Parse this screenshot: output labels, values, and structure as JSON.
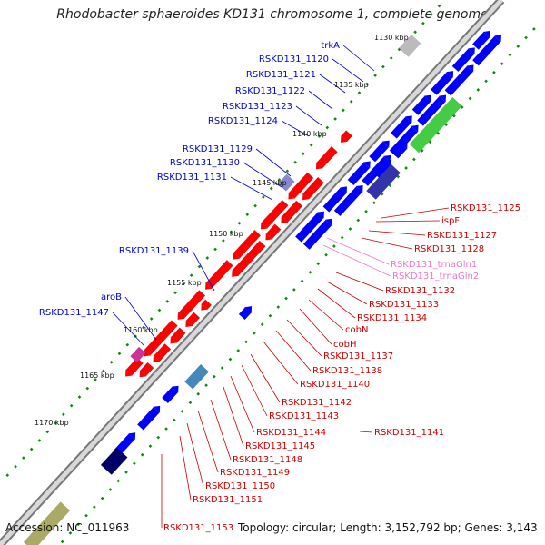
{
  "title": "Rhodobacter sphaeroides KD131 chromosome 1, complete genome",
  "footer": {
    "accession": "Accession: NC_011963",
    "topology": "Topology: circular; Length: 3,152,792 bp; Genes: 3,143"
  },
  "colors": {
    "forward_label": "#0000cc",
    "reverse_label": "#cc0000",
    "trna_label": "#ee77cc",
    "backbone": "#9a9a9a",
    "tick": "#118811",
    "cds_forward": "#0000ff",
    "cds_reverse": "#ff0000"
  },
  "scale_labels": [
    "1130 kbp",
    "1135 kbp",
    "1140 kbp",
    "1145 kbp",
    "1150 kbp",
    "1155 kbp",
    "1160 kbp",
    "1165 kbp",
    "1170 kbp"
  ],
  "forward_labels": [
    "trkA",
    "RSKD131_1120",
    "RSKD131_1121",
    "RSKD131_1122",
    "RSKD131_1123",
    "RSKD131_1124",
    "RSKD131_1129",
    "RSKD131_1130",
    "RSKD131_1131",
    "RSKD131_1139",
    "aroB",
    "RSKD131_1147"
  ],
  "reverse_labels": [
    "RSKD131_1125",
    "ispF",
    "RSKD131_1127",
    "RSKD131_1128",
    "RSKD131_1132",
    "RSKD131_1133",
    "RSKD131_1134",
    "cobN",
    "cobH",
    "RSKD131_1137",
    "RSKD131_1138",
    "RSKD131_1140",
    "RSKD131_1142",
    "RSKD131_1143",
    "RSKD131_1141",
    "RSKD131_1144",
    "RSKD131_1145",
    "RSKD131_1148",
    "RSKD131_1149",
    "RSKD131_1150",
    "RSKD131_1151",
    "RSKD131_1153"
  ],
  "trna_labels": [
    "RSKD131_trnaGln1",
    "RSKD131_trnaGln2"
  ]
}
